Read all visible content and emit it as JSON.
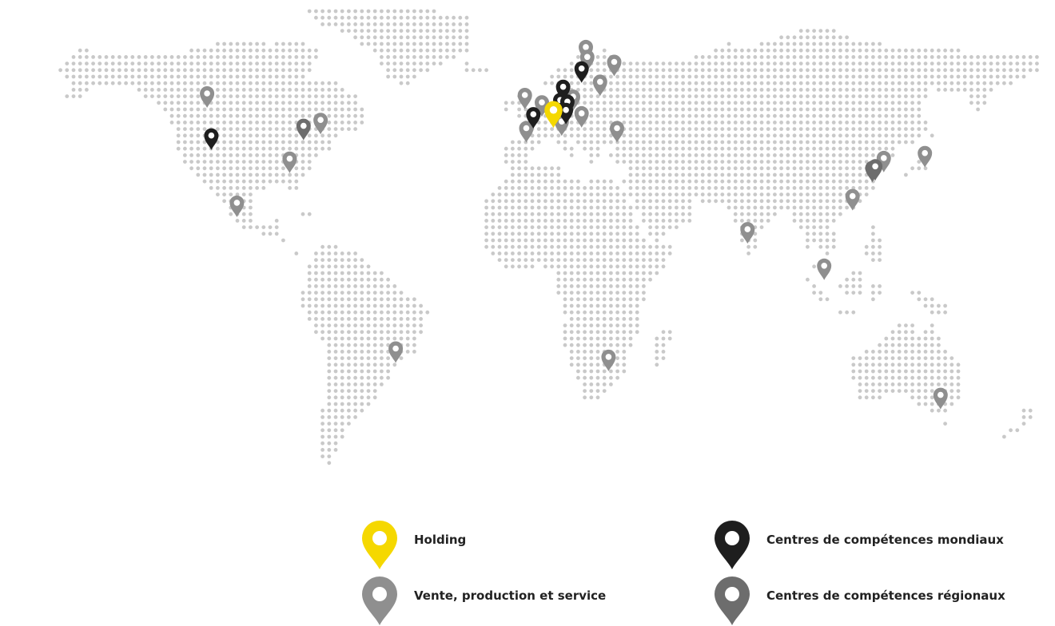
{
  "map": {
    "dot_color": "#c9c9c9",
    "pin_colors": {
      "holding": "#f5d800",
      "global": "#1e1e1e",
      "regional": "#6d6d6d",
      "sales": "#8f8f8f"
    },
    "pins": [
      {
        "lon": 8.6,
        "lat": 47.4,
        "type": "holding"
      },
      {
        "lon": -112.0,
        "lat": 40.8,
        "type": "global"
      },
      {
        "lon": 1.5,
        "lat": 47.2,
        "type": "global"
      },
      {
        "lon": 12.0,
        "lat": 55.5,
        "type": "global"
      },
      {
        "lon": 11.0,
        "lat": 51.5,
        "type": "global"
      },
      {
        "lon": 13.5,
        "lat": 51.0,
        "type": "global"
      },
      {
        "lon": 13.0,
        "lat": 48.5,
        "type": "global"
      },
      {
        "lon": 18.5,
        "lat": 61.0,
        "type": "global"
      },
      {
        "lon": -79.5,
        "lat": 43.7,
        "type": "regional"
      },
      {
        "lon": 121.0,
        "lat": 31.0,
        "type": "regional"
      },
      {
        "lon": 122.0,
        "lat": 31.5,
        "type": "regional"
      },
      {
        "lon": -113.5,
        "lat": 53.5,
        "type": "sales"
      },
      {
        "lon": -73.5,
        "lat": 45.5,
        "type": "sales"
      },
      {
        "lon": -84.4,
        "lat": 33.8,
        "type": "sales"
      },
      {
        "lon": -103.0,
        "lat": 20.5,
        "type": "sales"
      },
      {
        "lon": -47.0,
        "lat": -23.5,
        "type": "sales"
      },
      {
        "lon": 28.0,
        "lat": -26.0,
        "type": "sales"
      },
      {
        "lon": -1.5,
        "lat": 53.0,
        "type": "sales"
      },
      {
        "lon": 4.5,
        "lat": 50.8,
        "type": "sales"
      },
      {
        "lon": -1.0,
        "lat": 43.0,
        "type": "sales"
      },
      {
        "lon": 15.5,
        "lat": 52.5,
        "type": "sales"
      },
      {
        "lon": 11.5,
        "lat": 45.0,
        "type": "sales"
      },
      {
        "lon": 18.5,
        "lat": 47.5,
        "type": "sales"
      },
      {
        "lon": 25.0,
        "lat": 57.0,
        "type": "sales"
      },
      {
        "lon": 20.0,
        "lat": 67.5,
        "type": "sales"
      },
      {
        "lon": 20.5,
        "lat": 64.5,
        "type": "sales"
      },
      {
        "lon": 30.0,
        "lat": 63.0,
        "type": "sales"
      },
      {
        "lon": 31.0,
        "lat": 43.0,
        "type": "sales"
      },
      {
        "lon": 77.0,
        "lat": 12.5,
        "type": "sales"
      },
      {
        "lon": 114.0,
        "lat": 22.5,
        "type": "sales"
      },
      {
        "lon": 125.0,
        "lat": 34.0,
        "type": "sales"
      },
      {
        "lon": 139.5,
        "lat": 35.5,
        "type": "sales"
      },
      {
        "lon": 104.0,
        "lat": 1.5,
        "type": "sales"
      },
      {
        "lon": 145.0,
        "lat": -37.5,
        "type": "sales"
      }
    ]
  },
  "legend": {
    "holding": "Holding",
    "global": "Centres de compétences mondiaux",
    "sales": "Vente, production et service",
    "regional": "Centres de compétences régionaux"
  }
}
